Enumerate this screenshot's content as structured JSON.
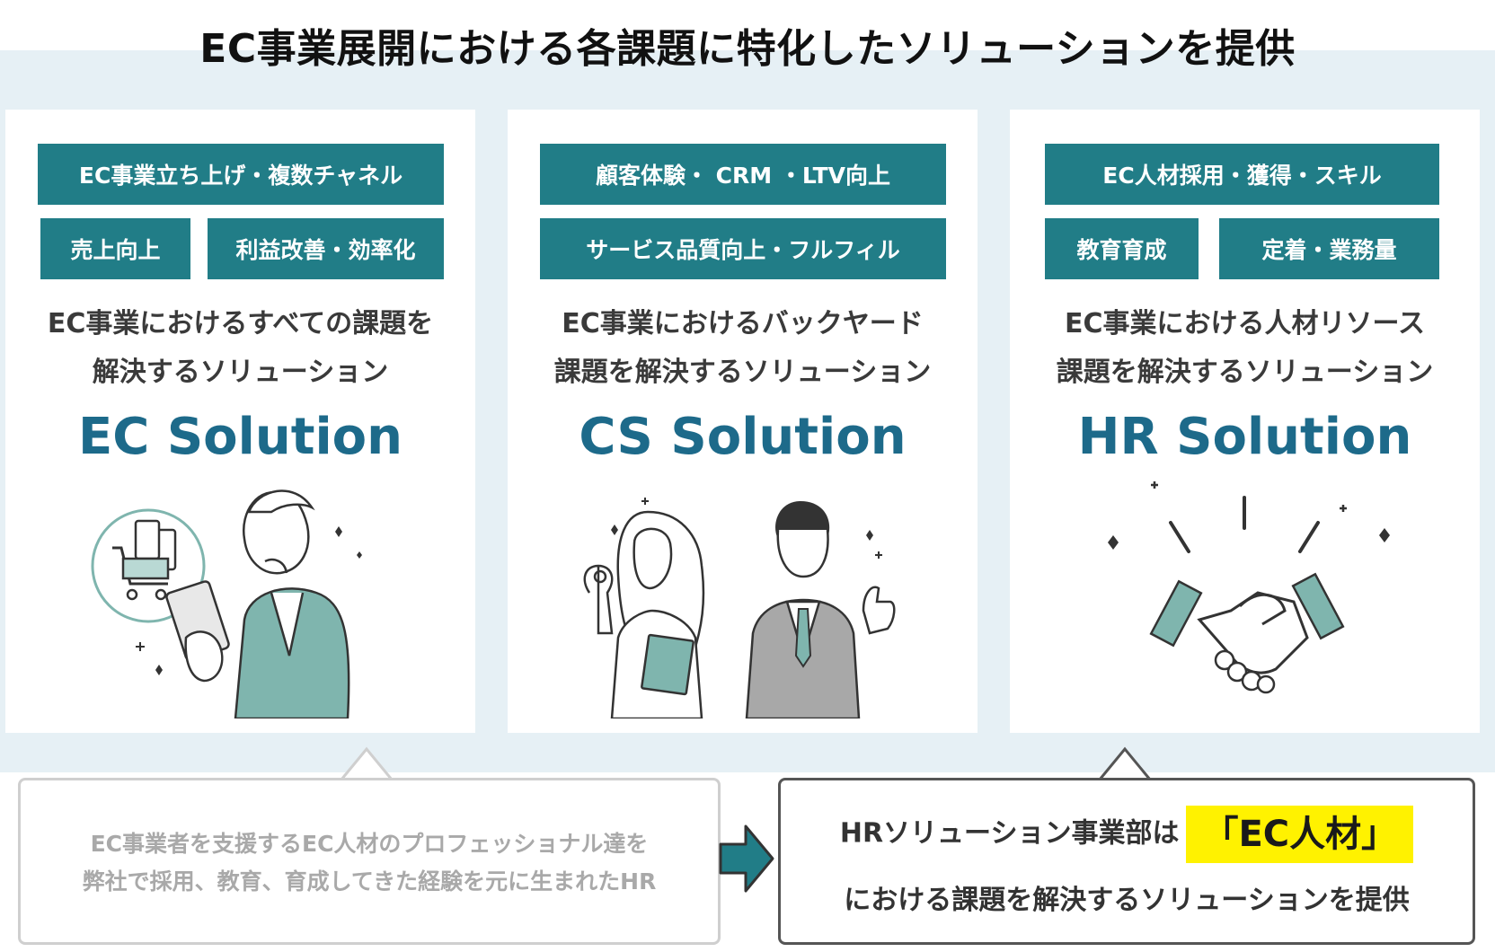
{
  "title": "EC事業展開における各課題に特化したソリューションを提供",
  "cards": [
    {
      "tags": [
        "EC事業立ち上げ・複数チャネル",
        "売上向上",
        "利益改善・効率化"
      ],
      "desc_lines": [
        "EC事業におけるすべての課題を",
        "解決するソリューション"
      ],
      "solution": "EC Solution"
    },
    {
      "tags": [
        "顧客体験・ CRM ・LTV向上",
        "サービス品質向上・フルフィル"
      ],
      "desc_lines": [
        "EC事業におけるバックヤード",
        "課題を解決するソリューション"
      ],
      "solution": "CS Solution"
    },
    {
      "tags": [
        "EC人材採用・獲得・スキル",
        "教育育成",
        "定着・業務量"
      ],
      "desc_lines": [
        "EC事業における人材リソース",
        "課題を解決するソリューション"
      ],
      "solution": "HR Solution"
    }
  ],
  "bottom_left": {
    "lines": [
      "EC事業者を支援するEC人材のプロフェッショナル達を",
      "弊社で採用、教育、育成してきた経験を元に生まれたHR"
    ]
  },
  "bottom_right": {
    "line1_prefix": "HRソリューション事業部は",
    "highlight": "「EC人材」",
    "line2": "における課題を解決するソリューションを提供"
  },
  "colors": {
    "tag_bg": "#217d87",
    "solution_text": "#1d6a8a",
    "band_bg": "#e6f0f5",
    "highlight": "#fff200",
    "illustration_teal": "#7fb5ae"
  }
}
